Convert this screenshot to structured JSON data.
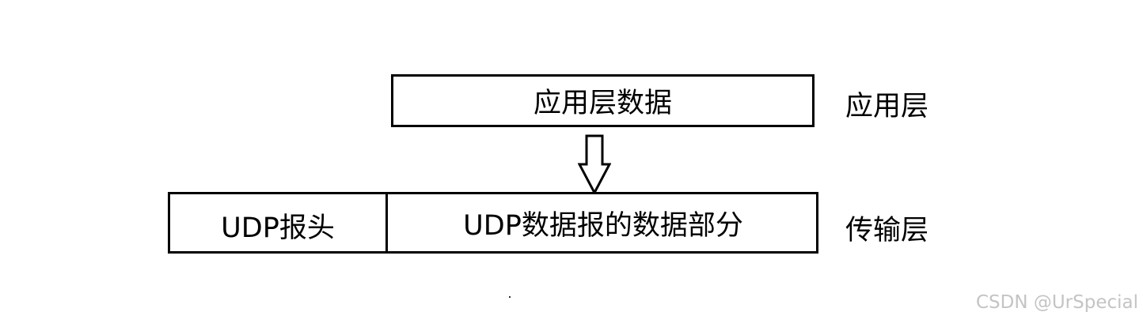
{
  "diagram": {
    "application_layer": {
      "box_label": "应用层数据",
      "layer_label": "应用层"
    },
    "transport_layer": {
      "header_label": "UDP报头",
      "payload_label": "UDP数据报的数据部分",
      "layer_label": "传输层"
    },
    "arrow": {
      "direction": "down",
      "icon": "hollow-down-arrow"
    },
    "watermark": "CSDN @UrSpecial",
    "colors": {
      "stroke": "#000000",
      "background": "#ffffff",
      "watermark": "#c4c4c4"
    }
  }
}
